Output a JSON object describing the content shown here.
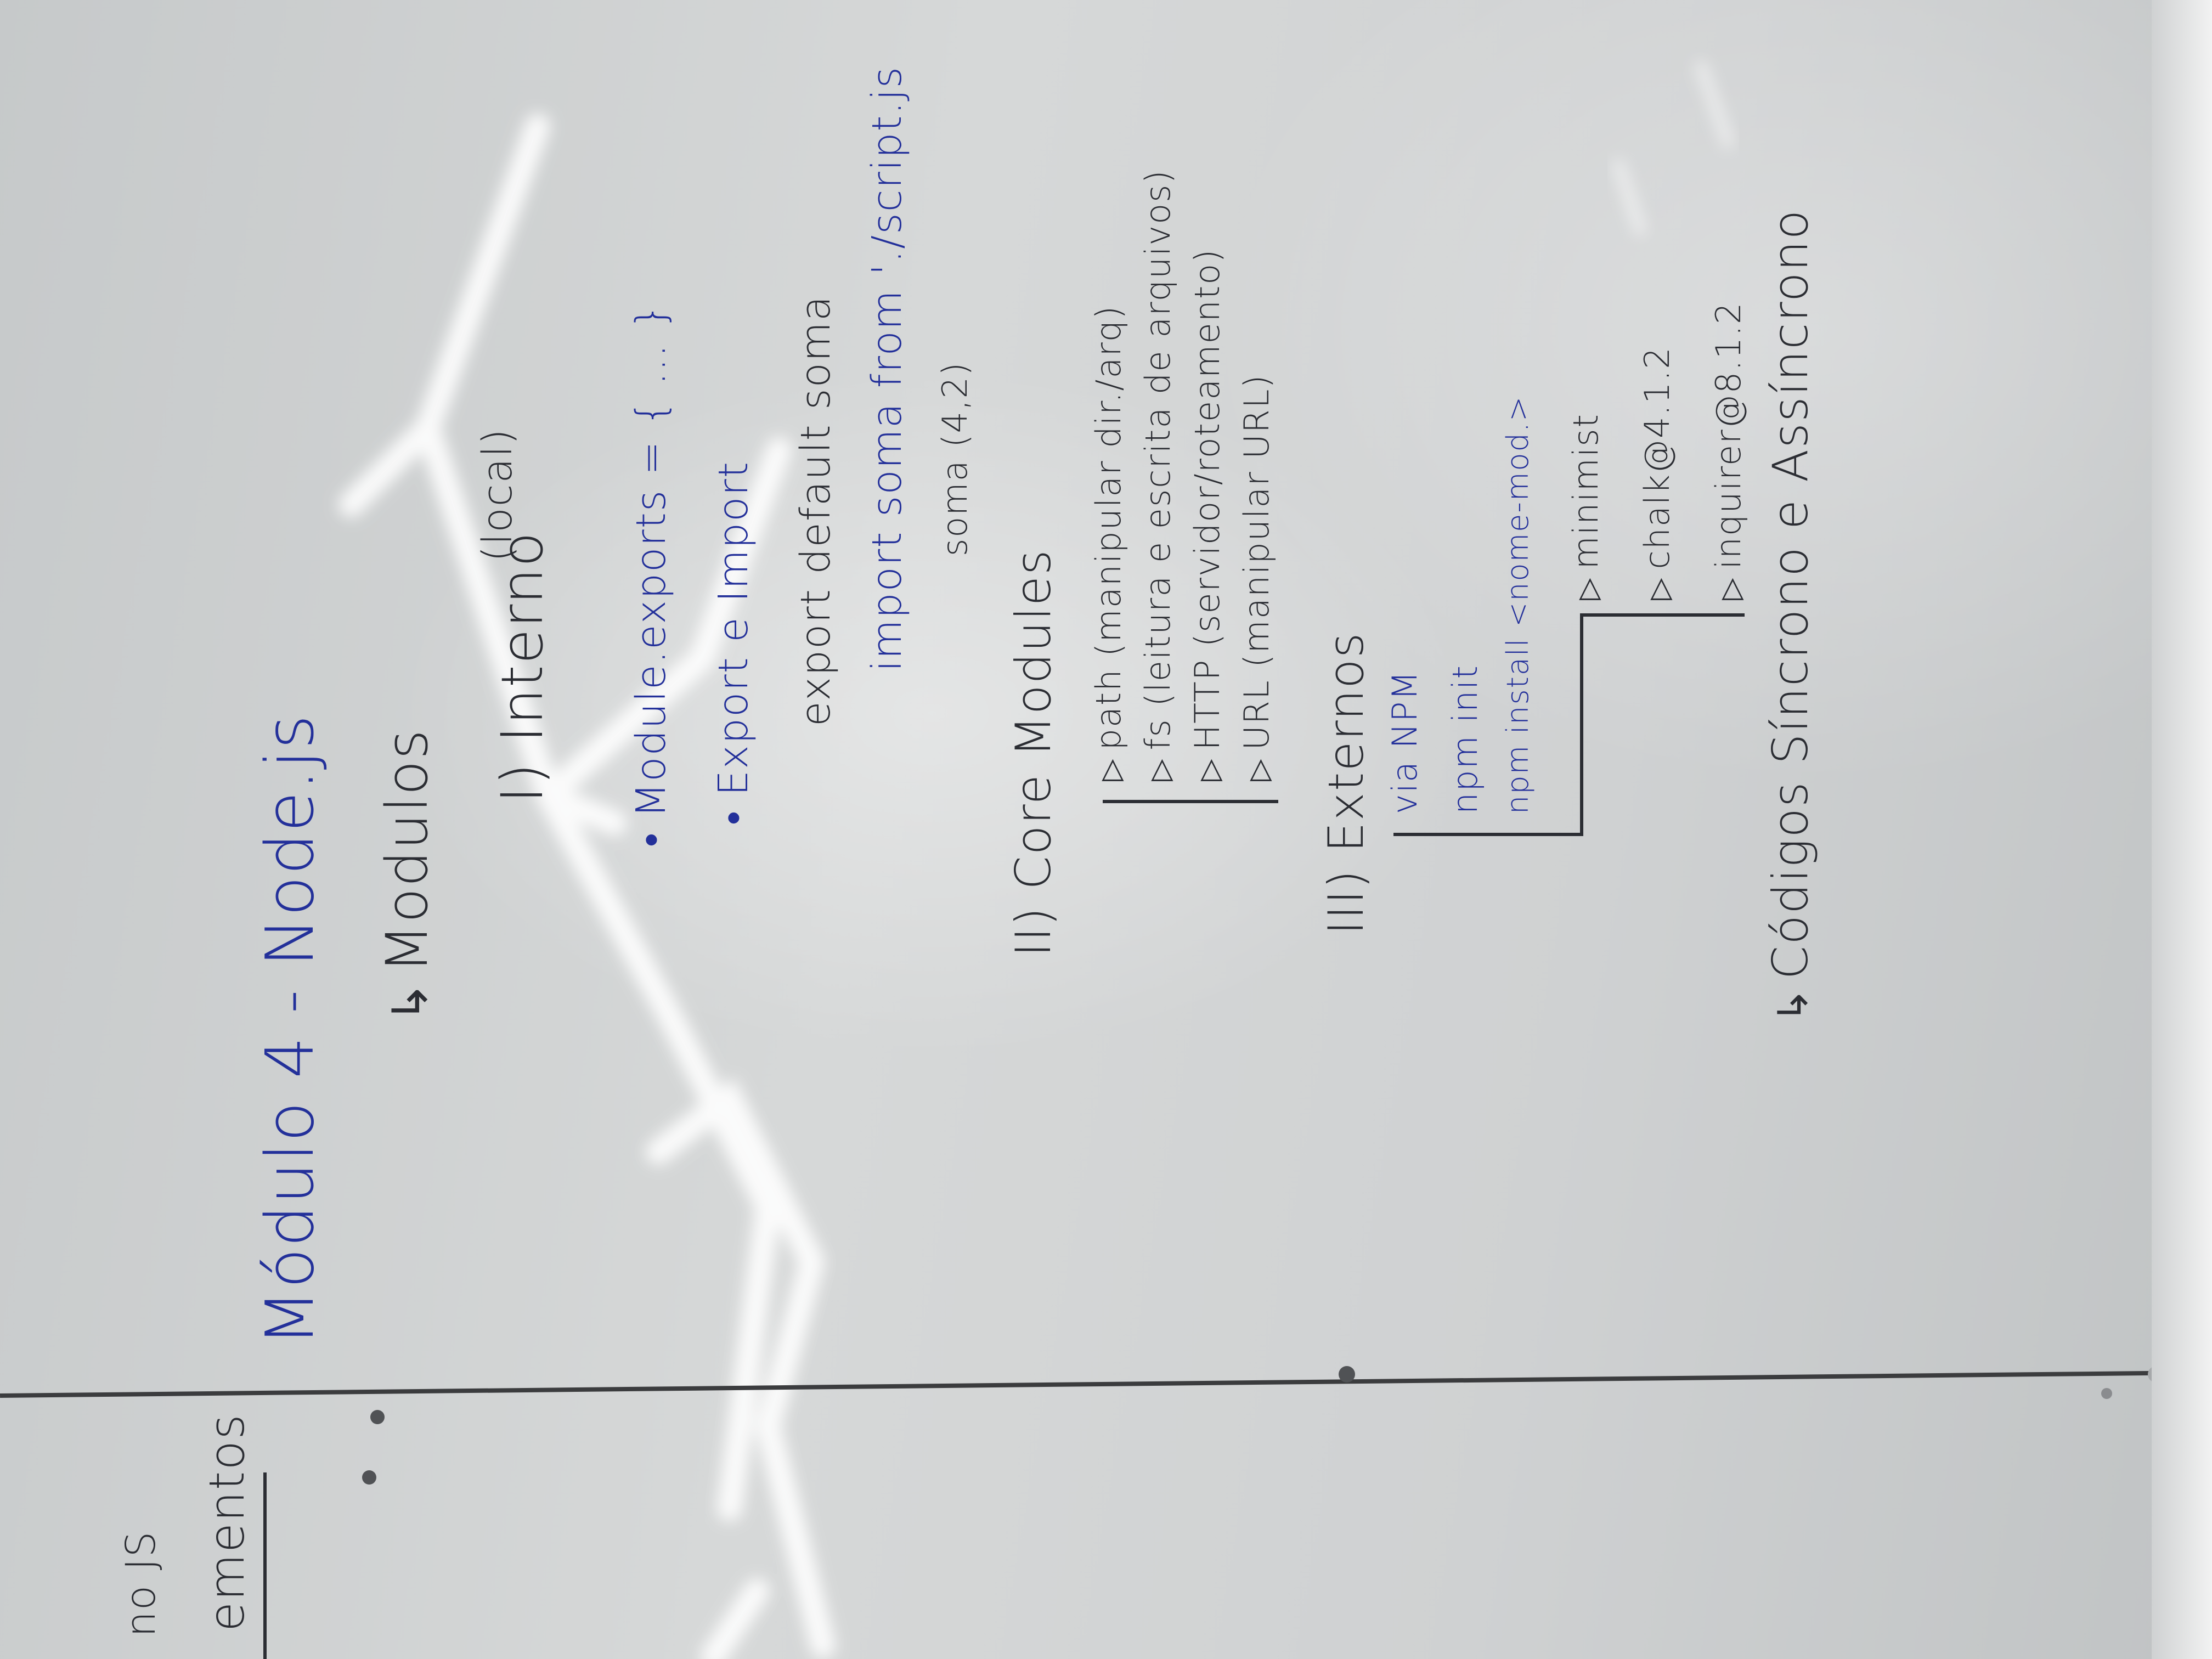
{
  "whiteboard": {
    "title": "Módulo 4 - Node.js",
    "section": "Modulos",
    "interno": {
      "label": "I) Interno",
      "note": "(local)",
      "module_exports": "• Module.exports = { ... }",
      "export_import": "• Export e Import",
      "export_default": "export default soma",
      "import_line": "import soma from './script.js",
      "call": "soma (4,2)"
    },
    "core": {
      "label": "II) Core Modules",
      "items": [
        "path (manipular dir./arq)",
        "fs (leitura e escrita de arquivos)",
        "HTTP (servidor/roteamento)",
        "URL (manipular URL)"
      ]
    },
    "externos": {
      "label": "III) Externos",
      "via": "via NPM",
      "npm_init": "npm init",
      "npm_install": "npm install <nome-mod.>",
      "packages": [
        "minimist",
        "chalk@4.1.2",
        "inquirer@8.1.2"
      ]
    },
    "codigos": "Códigos Síncrono e Assíncrono"
  },
  "other_board": {
    "line1": "no JS",
    "line2": "ementos"
  },
  "colors": {
    "marker_blue": "#23309a",
    "marker_black": "#2b2d33",
    "board": "#d0d2d3"
  }
}
